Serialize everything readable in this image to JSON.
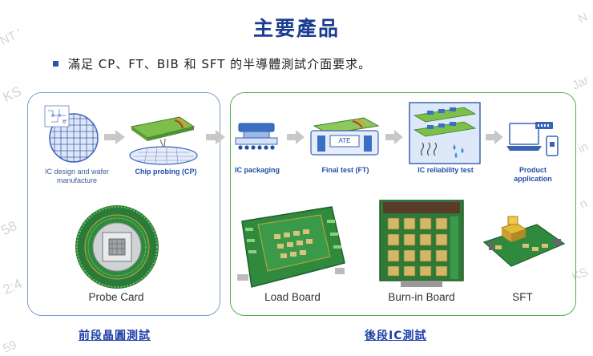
{
  "header": {
    "title": "主要產品",
    "bullet_text": "滿足 CP、FT、BIB 和 SFT 的半導體測試介面要求。"
  },
  "watermarks": [
    "NT '",
    "KS",
    "58",
    "2:4",
    "59",
    "Jar",
    "N",
    "in",
    "KS",
    "n"
  ],
  "front_end": {
    "steps": [
      {
        "label": "IC design and wafer manufacture",
        "icon": "wafer-icon"
      },
      {
        "label": "Chip probing (CP)",
        "icon": "chip-probing-icon"
      }
    ],
    "product_label": "Probe Card",
    "section_title": "前段晶圓測試"
  },
  "back_end": {
    "steps": [
      {
        "label": "IC packaging",
        "icon": "ic-package-icon"
      },
      {
        "label": "Final test (FT)",
        "icon": "final-test-icon"
      },
      {
        "label": "IC reliability test",
        "icon": "reliability-chamber-icon"
      },
      {
        "label": "Product application",
        "icon": "laptop-phone-icon"
      }
    ],
    "ate_label": "ATE",
    "products": [
      "Load Board",
      "Burn-in Board",
      "SFT"
    ],
    "section_title": "後段IC測試"
  },
  "colors": {
    "title_blue": "#1a3d8f",
    "left_border": "#7f9ccf",
    "right_border": "#55b34a",
    "pcb_green": "#2f8a3e",
    "arrow_grey": "#c8c8c8"
  }
}
